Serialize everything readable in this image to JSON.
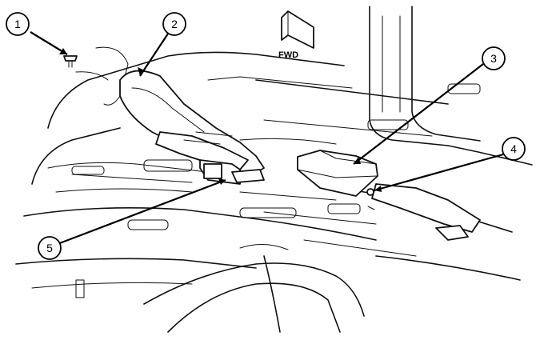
{
  "diagram": {
    "direction_label": "FWD",
    "callouts": [
      "1",
      "2",
      "3",
      "4",
      "5"
    ]
  }
}
